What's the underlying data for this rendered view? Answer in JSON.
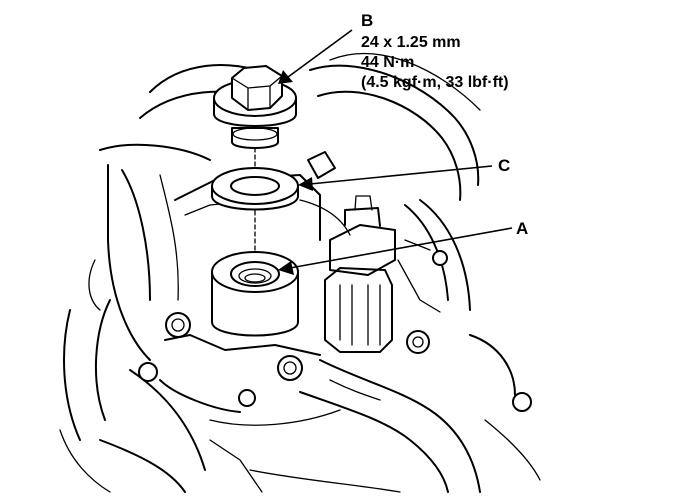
{
  "callouts": {
    "a": {
      "label": "A"
    },
    "b": {
      "label": "B",
      "spec_size": "24 x 1.25 mm",
      "spec_torque_nm": "44 N·m",
      "spec_torque_alt": "(4.5 kgf·m, 33 lbf·ft)"
    },
    "c": {
      "label": "C"
    }
  },
  "colors": {
    "ink": "#000000",
    "paper": "#ffffff"
  }
}
